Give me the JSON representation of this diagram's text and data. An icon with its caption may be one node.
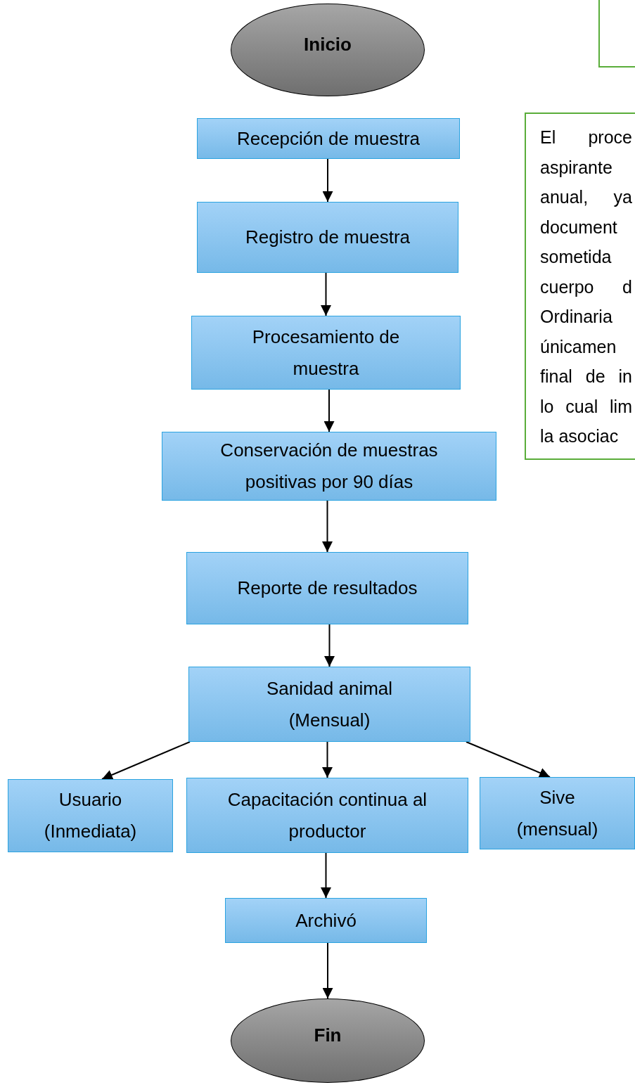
{
  "diagram": {
    "nodes": [
      {
        "text": [
          "Inicio"
        ]
      },
      {
        "text": [],
        "shape": "box"
      },
      {
        "text": [
          "El proce aspirante anual, ya document sometida cuerpo d Ordinaria únicamen final de in lo cual lim la asociac"
        ]
      },
      {
        "text": [
          "Recepción de muestra"
        ]
      },
      {
        "text": [
          "Registro de muestra"
        ]
      },
      {
        "text": [
          "Procesamiento de muestra"
        ]
      },
      {
        "text": [
          "Conservación de muestras positivas por 90 días"
        ]
      },
      {
        "text": [
          "Reporte de resultados"
        ]
      },
      {
        "text": [
          "Sanidad animal (Mensual)"
        ]
      },
      {
        "text": [
          "Usuario (Inmediata)"
        ]
      },
      {
        "text": [
          "Capacitación continua al productor"
        ]
      },
      {
        "text": [
          "Sive (mensual)"
        ]
      },
      {
        "text": [
          "Archivó"
        ]
      },
      {
        "text": [
          "Fin"
        ]
      }
    ],
    "edges": [
      {
        "from": 3,
        "to": 4,
        "arrow": "to"
      },
      {
        "from": 4,
        "to": 5,
        "arrow": "to"
      },
      {
        "from": 5,
        "to": 6,
        "arrow": "to"
      },
      {
        "from": 6,
        "to": 7,
        "arrow": "to"
      },
      {
        "from": 7,
        "to": 8,
        "arrow": "to"
      },
      {
        "from": 8,
        "to": 9,
        "arrow": "to"
      },
      {
        "from": 8,
        "to": 10,
        "arrow": "to"
      },
      {
        "from": 8,
        "to": 11,
        "arrow": "to"
      },
      {
        "from": 10,
        "to": 12,
        "arrow": "to"
      },
      {
        "from": 12,
        "to": 13,
        "arrow": "to"
      }
    ]
  }
}
